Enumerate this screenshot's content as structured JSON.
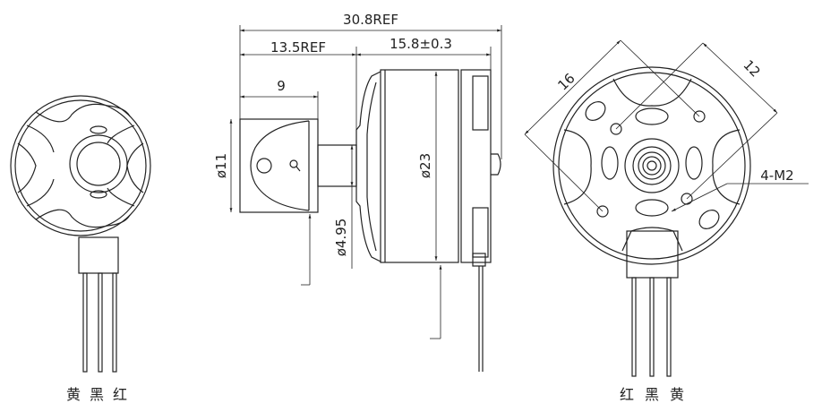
{
  "dimensions": {
    "overall_length": "30.8REF",
    "front_length": "13.5REF",
    "body_length": "15.8±0.3",
    "adapter_length": "9",
    "adapter_diameter": "ø11",
    "shaft_diameter": "ø4.95",
    "body_diameter": "ø23",
    "hole_spacing_a": "16",
    "hole_spacing_b": "12",
    "mount_holes": "4-M2"
  },
  "wire_labels_front": [
    "黄",
    "黑",
    "红"
  ],
  "wire_labels_rear": [
    "红",
    "黑",
    "黄"
  ],
  "colors": {
    "line": "#222222",
    "background": "#ffffff"
  }
}
